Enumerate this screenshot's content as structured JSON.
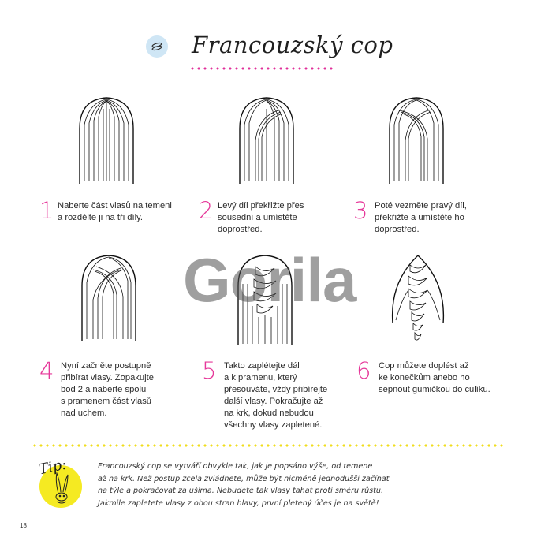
{
  "title": "Francouzský cop",
  "watermark": "Gorila",
  "steps": [
    {
      "num": "1",
      "lines": [
        "Naberte část vlasů na temeni",
        "a rozdělte ji na tři díly."
      ]
    },
    {
      "num": "2",
      "lines": [
        "Levý díl překřižte přes",
        "sousední a umístěte",
        "doprostřed."
      ]
    },
    {
      "num": "3",
      "lines": [
        "Poté vezměte pravý díl,",
        "překřižte a umístěte ho",
        "doprostřed."
      ]
    },
    {
      "num": "4",
      "lines": [
        "Nyní začněte postupně",
        "přibírat vlasy. Zopakujte",
        "bod 2 a naberte spolu",
        "s pramenem část vlasů",
        "nad uchem."
      ]
    },
    {
      "num": "5",
      "lines": [
        "Takto zaplétejte dál",
        "a k pramenu, který",
        "přesouváte, vždy přibírejte",
        "další vlasy. Pokračujte až",
        "na krk, dokud nebudou",
        "všechny vlasy zapletené."
      ]
    },
    {
      "num": "6",
      "lines": [
        "Cop můžete doplést až",
        "ke konečkům anebo ho",
        "sepnout gumičkou do culíku."
      ]
    }
  ],
  "tip": {
    "label": "Tip:",
    "lines": [
      "Francouzský cop se vytváří obvykle tak, jak je popsáno výše, od temene",
      "až na krk. Než postup zcela zvládnete, může být nicméně jednodušší začínat",
      "na týle a pokračovat za ušima. Nebudete tak vlasy tahat proti směru růstu.",
      "Jakmile zapletete vlasy z obou stran hlavy, první pletený účes je na světě!"
    ]
  },
  "page_number": "18",
  "colors": {
    "accent_pink": "#e6389a",
    "accent_yellow": "#f5ea22",
    "icon_blue": "#cfe6f5"
  },
  "icons": [
    "hairpin-icon",
    "bunny-tip-icon"
  ]
}
